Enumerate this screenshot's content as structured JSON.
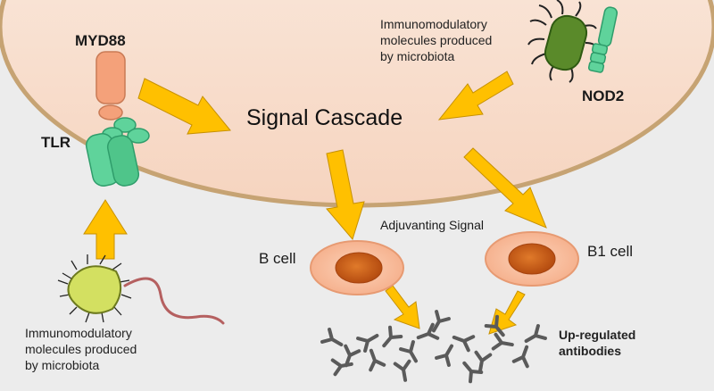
{
  "labels": {
    "myd88": "MYD88",
    "tlr": "TLR",
    "nod2": "NOD2",
    "signal_cascade": "Signal Cascade",
    "immuno_top": "Immunomodulatory\nmolecules produced\nby microbiota",
    "immuno_bottom": "Immunomodulatory\nmolecules produced\nby microbiota",
    "adjuvanting_signal": "Adjuvanting Signal",
    "b_cell": "B cell",
    "b1_cell": "B1 cell",
    "up_regulated": "Up-regulated\nantibodies"
  },
  "colors": {
    "cell_fill": "#f7dccb",
    "cell_outline": "#c6a373",
    "background": "#ececec",
    "arrow": "#ffc000",
    "myd88": "#f4a17a",
    "tlr": "#5fd39b",
    "bacterium_yellow": "#c8d957",
    "bacterium_green": "#5a8a2a",
    "b_cell_outer": "#f6b28f",
    "b_cell_nucleus": "#c75a14",
    "antibody": "#555555"
  }
}
